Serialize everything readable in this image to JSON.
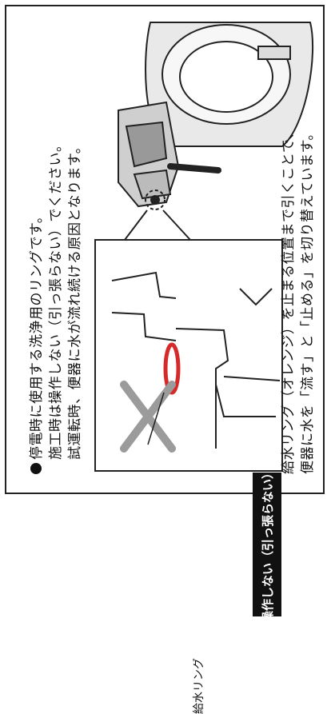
{
  "caution": {
    "line1": "停電時に使用する洗浄用のリングです。",
    "line2": "施工時は操作しない（引っ張らない）でください。",
    "line3": "試運転時、便器に水が流れ続ける原因となります。"
  },
  "inset": {
    "banner": "操作しない（引っ張らない）",
    "ring_label": "給水リング"
  },
  "bottom_note": {
    "line1": "給水リング（オレンジ）を止まる位置まで引くことで、",
    "line2": "便器に水を「流す」と「止める」を切り替えています。"
  },
  "colors": {
    "ring": "#d62a2a",
    "banner_bg": "#111111",
    "cross": "#9b9b9b"
  }
}
